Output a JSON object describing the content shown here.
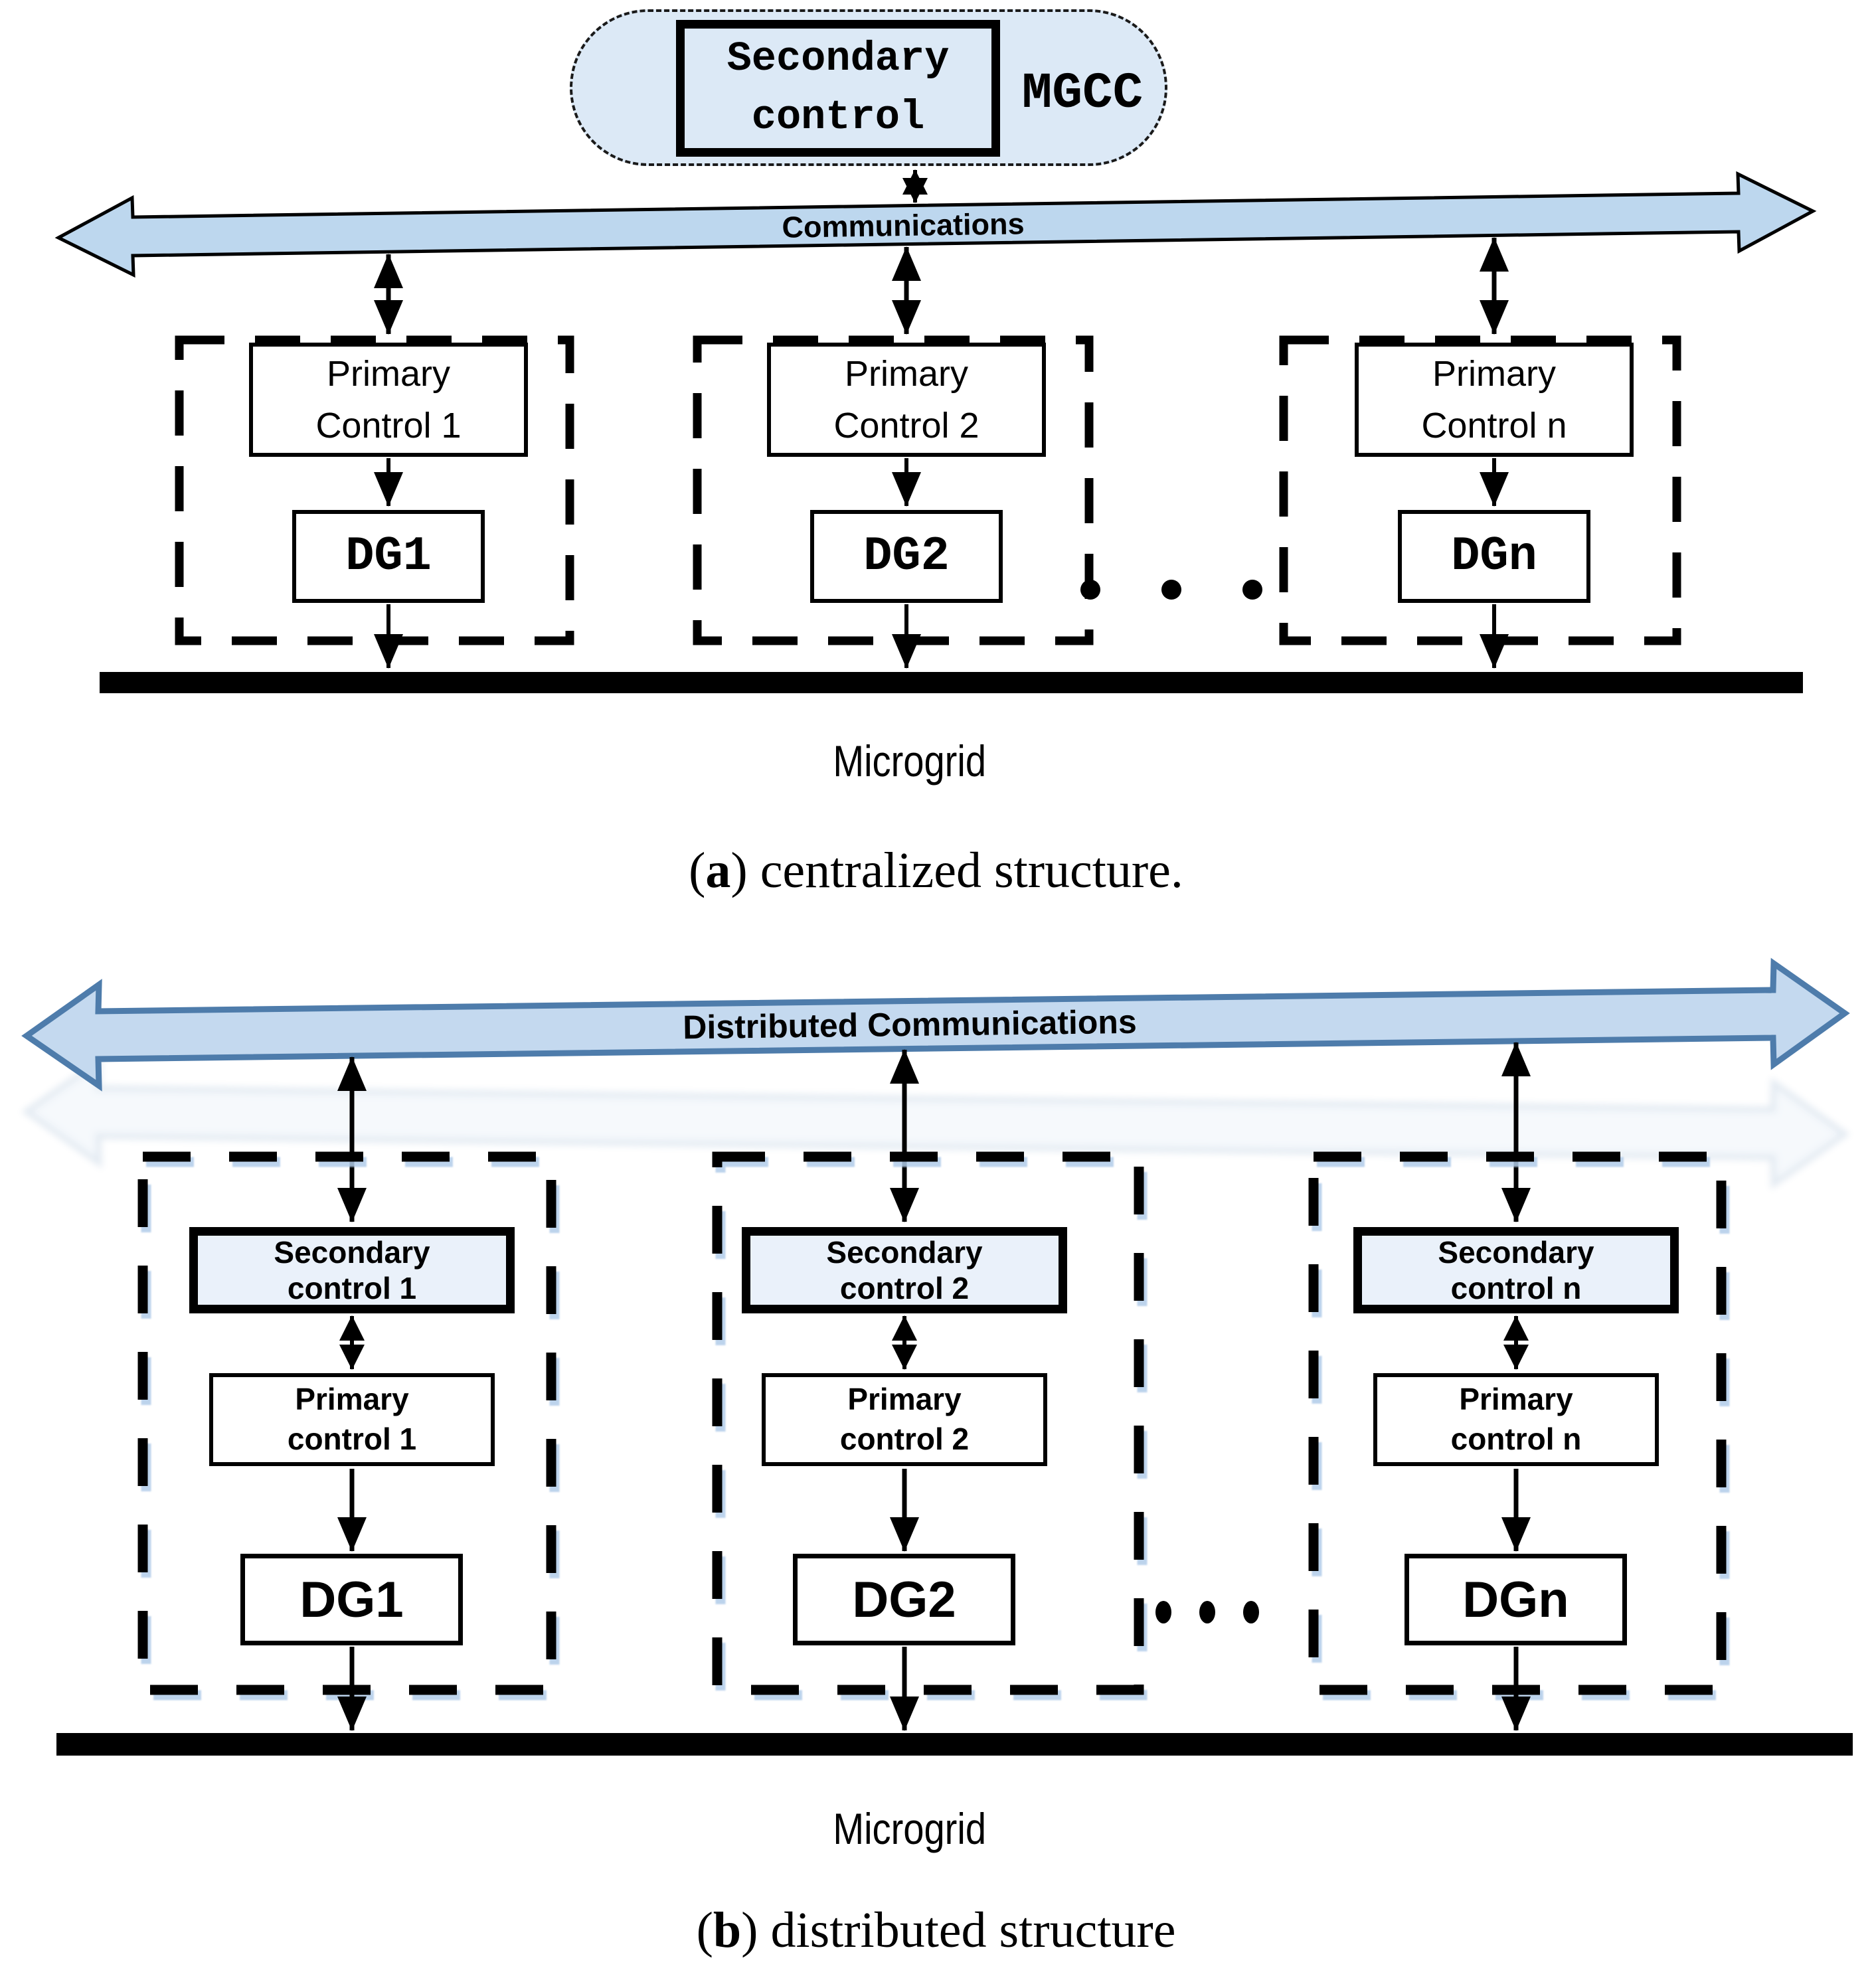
{
  "diagram_a": {
    "mgcc": {
      "secondary_box": {
        "line1": "Secondary",
        "line2": "control"
      },
      "label": "MGCC"
    },
    "band_label": "Communications",
    "columns": [
      {
        "primary_line1": "Primary",
        "primary_line2": "Control 1",
        "dg": "DG1"
      },
      {
        "primary_line1": "Primary",
        "primary_line2": "Control 2",
        "dg": "DG2"
      },
      {
        "primary_line1": "Primary",
        "primary_line2": "Control n",
        "dg": "DGn"
      }
    ],
    "bus_label": "Microgrid",
    "caption_open": "(",
    "caption_letter": "a",
    "caption_rest": ") centralized structure."
  },
  "diagram_b": {
    "band_label": "Distributed Communications",
    "columns": [
      {
        "secondary_line1": "Secondary",
        "secondary_line2": "control 1",
        "primary_line1": "Primary",
        "primary_line2": "control 1",
        "dg": "DG1"
      },
      {
        "secondary_line1": "Secondary",
        "secondary_line2": "control 2",
        "primary_line1": "Primary",
        "primary_line2": "control 2",
        "dg": "DG2"
      },
      {
        "secondary_line1": "Secondary",
        "secondary_line2": "control n",
        "primary_line1": "Primary",
        "primary_line2": "control n",
        "dg": "DGn"
      }
    ],
    "bus_label": "Microgrid",
    "caption_open": "(",
    "caption_letter": "b",
    "caption_rest": ") distributed structure"
  },
  "colors": {
    "band_a_fill": "#BDD7EE",
    "band_a_stroke": "#000000",
    "band_b_fill": "#C4D9EF",
    "band_b_stroke": "#4E7CAB",
    "unit_fill": "#DCE9F6",
    "secondary_b_fill": "#EAF1FA",
    "line": "#000000"
  }
}
